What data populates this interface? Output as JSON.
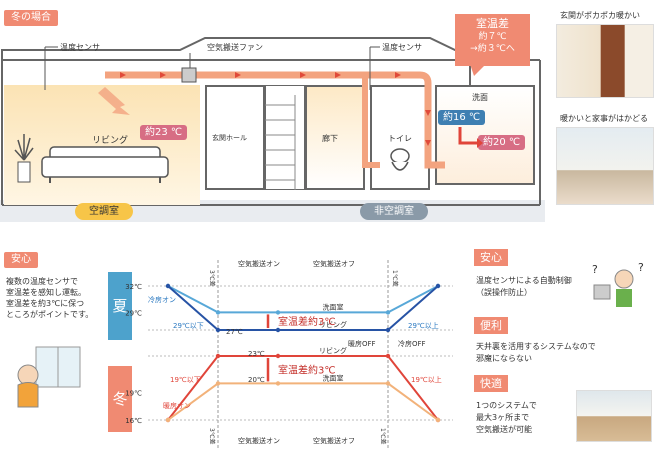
{
  "house": {
    "winter_tag": "冬の場合",
    "temp_sensor_left": "温度センサ",
    "fan_label": "空気搬送ファン",
    "temp_sensor_right": "温度センサ",
    "living_label": "リビング",
    "living_temp": "約23 ℃",
    "entrance_label": "玄関ホール",
    "hallway_label": "廊下",
    "toilet_label": "トイレ",
    "washroom_label": "洗面",
    "washroom_before": "約16 ℃",
    "washroom_after": "約20 ℃",
    "diff_title": "室温差",
    "diff_line1": "約７℃",
    "diff_line2": "→約３℃へ",
    "conditioned_label": "空調室",
    "unconditioned_label": "非空調室"
  },
  "photos": {
    "entrance_caption": "玄関がポカポカ暖かい",
    "kitchen_caption": "暖かいと家事がはかどる"
  },
  "anshin": {
    "title": "安心",
    "text": [
      "複数の温度センサで",
      "室温差を感知し運転。",
      "室温差を約3℃に保つ",
      "ところがポイントです。"
    ]
  },
  "chart_data": {
    "type": "line",
    "panels": [
      {
        "name": "夏",
        "y_ticks": [
          "32℃",
          "29℃"
        ],
        "series": [
          {
            "name": "洗面室",
            "values": [
              "32℃",
              "29℃",
              "29℃",
              "29℃",
              "32℃"
            ]
          },
          {
            "name": "リビング",
            "values": [
              "32℃",
              "27℃",
              "27℃",
              "27℃",
              "32℃"
            ]
          }
        ],
        "diff_label": "室温差約3℃",
        "annotations": [
          "空気搬送オン",
          "空気搬送オフ",
          "冷房オン",
          "29℃以下",
          "27℃",
          "29℃以上",
          "暖房OFF",
          "冷房OFF"
        ],
        "markers": [
          "3℃差",
          "1℃差"
        ]
      },
      {
        "name": "冬",
        "y_ticks": [
          "19℃",
          "16℃"
        ],
        "series": [
          {
            "name": "リビング",
            "values": [
              "16℃",
              "23℃",
              "23℃",
              "23℃",
              "16℃"
            ]
          },
          {
            "name": "洗面室",
            "values": [
              "16℃",
              "20℃",
              "20℃",
              "20℃",
              "16℃"
            ]
          }
        ],
        "diff_label": "室温差約3℃",
        "annotations": [
          "19℃以下",
          "暖房オン",
          "23℃",
          "20℃",
          "19℃以上",
          "空気搬送オン",
          "空気搬送オフ"
        ],
        "markers": [
          "3℃差",
          "1℃差"
        ]
      }
    ]
  },
  "right": [
    {
      "title": "安心",
      "text": [
        "温度センサによる自動制御",
        "（誤操作防止）"
      ]
    },
    {
      "title": "便利",
      "text": [
        "天井裏を活用するシステムなので",
        "邪魔にならない"
      ]
    },
    {
      "title": "快適",
      "text": [
        "1つのシステムで",
        "最大3ヶ所まで",
        "空気搬送が可能"
      ]
    }
  ]
}
